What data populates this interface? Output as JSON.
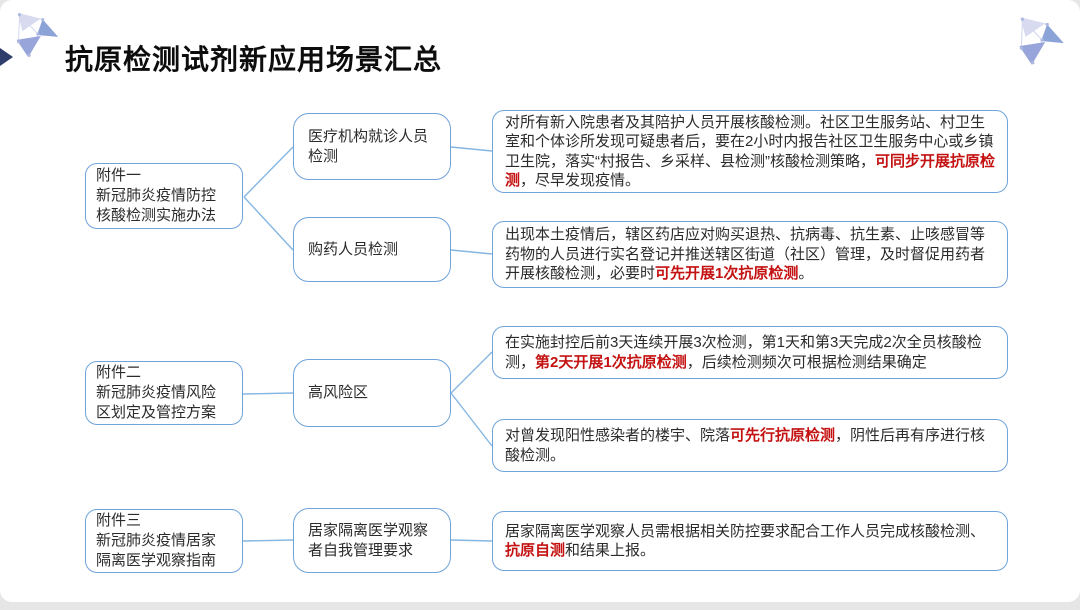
{
  "title": "抗原检测试剂新应用场景汇总",
  "colors": {
    "box_border": "#6FA3D9",
    "connector": "#85B7E3",
    "highlight_red": "#C41212",
    "text": "#2b2b2b"
  },
  "attachments": [
    {
      "label": "附件一\n新冠肺炎疫情防控\n核酸检测实施办法"
    },
    {
      "label": "附件二\n新冠肺炎疫情风险\n区划定及管控方案"
    },
    {
      "label": "附件三\n新冠肺炎疫情居家\n隔离医学观察指南"
    }
  ],
  "scenarios": [
    {
      "label": "医疗机构就诊人员\n检测"
    },
    {
      "label": "购药人员检测"
    },
    {
      "label": "高风险区"
    },
    {
      "label": "居家隔离医学观察\n者自我管理要求"
    }
  ],
  "details": [
    {
      "segments": [
        {
          "t": "对所有新入院患者及其陪护人员开展核酸检测。社区卫生服务站、村卫生室和个体诊所发现可疑患者后，要在2小时内报告社区卫生服务中心或乡镇卫生院，落实“村报告、乡采样、县检测”核酸检测策略，"
        },
        {
          "t": "可同步开展抗原检测",
          "red": true
        },
        {
          "t": "，尽早发现疫情。"
        }
      ]
    },
    {
      "segments": [
        {
          "t": "出现本土疫情后，辖区药店应对购买退热、抗病毒、抗生素、止咳感冒等药物的人员进行实名登记并推送辖区街道（社区）管理，及时督促用药者开展核酸检测，必要时"
        },
        {
          "t": "可先开展1次抗原检测",
          "red": true
        },
        {
          "t": "。"
        }
      ]
    },
    {
      "segments": [
        {
          "t": "在实施封控后前3天连续开展3次检测，第1天和第3天完成2次全员核酸检测，"
        },
        {
          "t": "第2天开展1次抗原检测",
          "red": true
        },
        {
          "t": "，后续检测频次可根据检测结果确定"
        }
      ]
    },
    {
      "segments": [
        {
          "t": "对曾发现阳性感染者的楼宇、院落"
        },
        {
          "t": "可先行抗原检测",
          "red": true
        },
        {
          "t": "，阴性后再有序进行核酸检测。"
        }
      ]
    },
    {
      "segments": [
        {
          "t": "居家隔离医学观察人员需根据相关防控要求配合工作人员完成核酸检测、"
        },
        {
          "t": "抗原自测",
          "red": true
        },
        {
          "t": "和结果上报。"
        }
      ]
    }
  ]
}
